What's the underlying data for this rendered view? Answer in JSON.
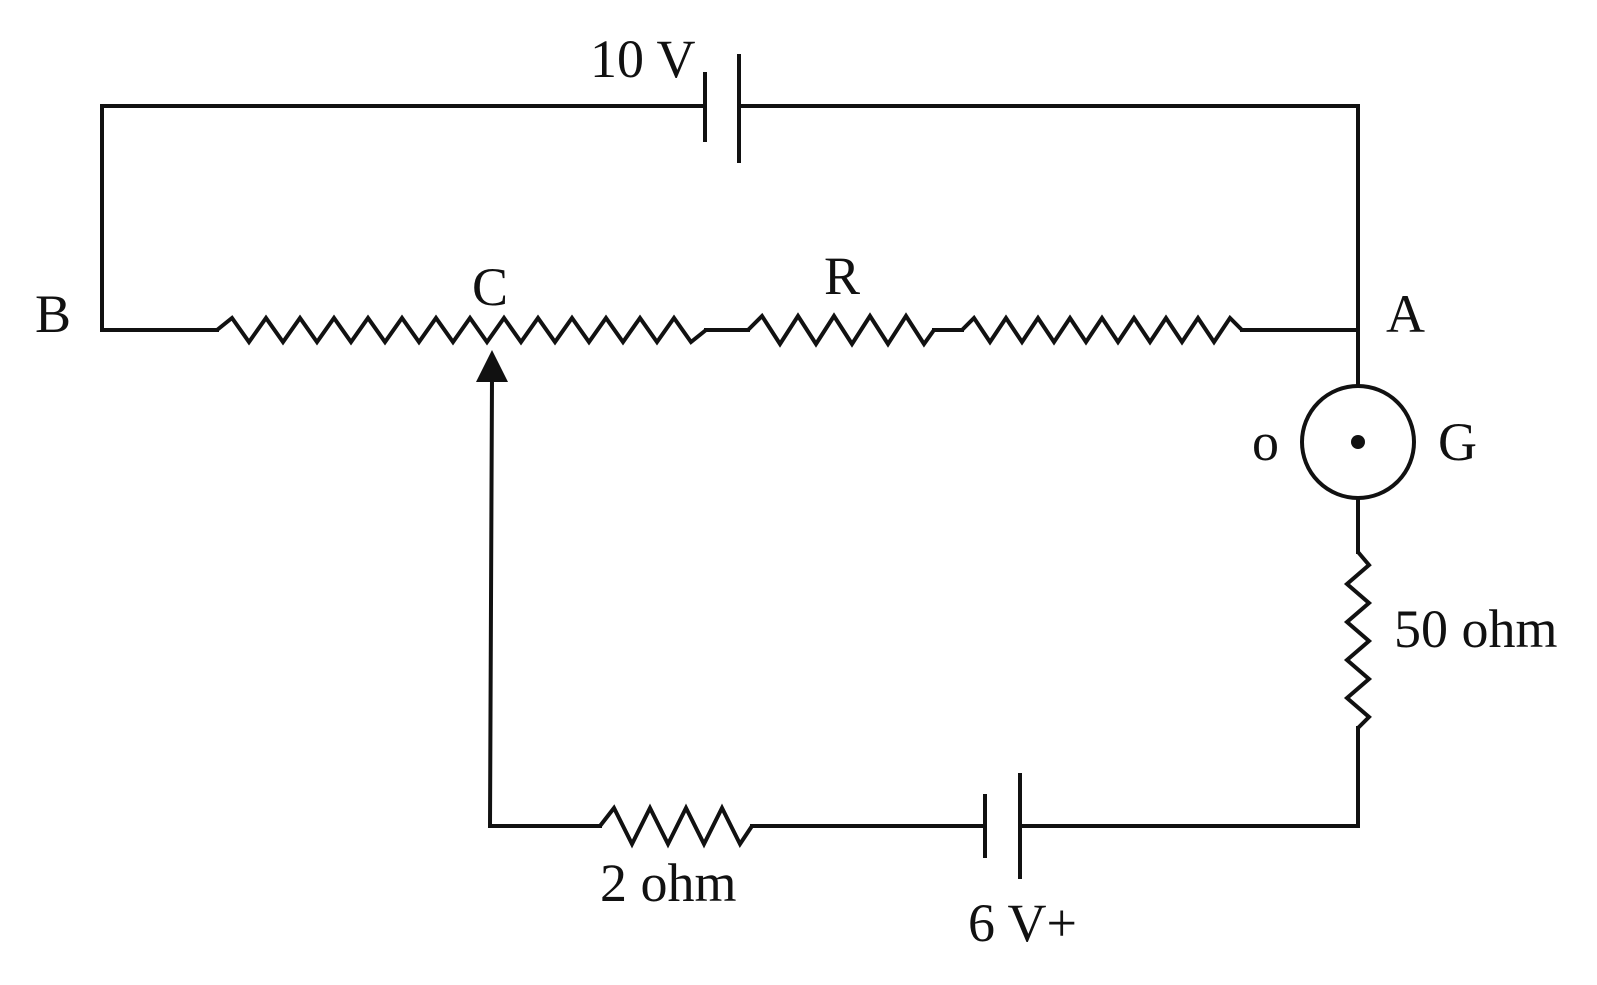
{
  "diagram": {
    "labels": {
      "battery_top": "10 V",
      "node_b": "B",
      "node_c": "C",
      "resistor_r": "R",
      "node_a": "A",
      "galvanometer_zero": "o",
      "galvanometer": "G",
      "resistor_50": "50 ohm",
      "resistor_2": "2 ohm",
      "battery_bottom": "6 V+"
    },
    "colors": {
      "ink": "#111111",
      "background": "#ffffff"
    }
  }
}
